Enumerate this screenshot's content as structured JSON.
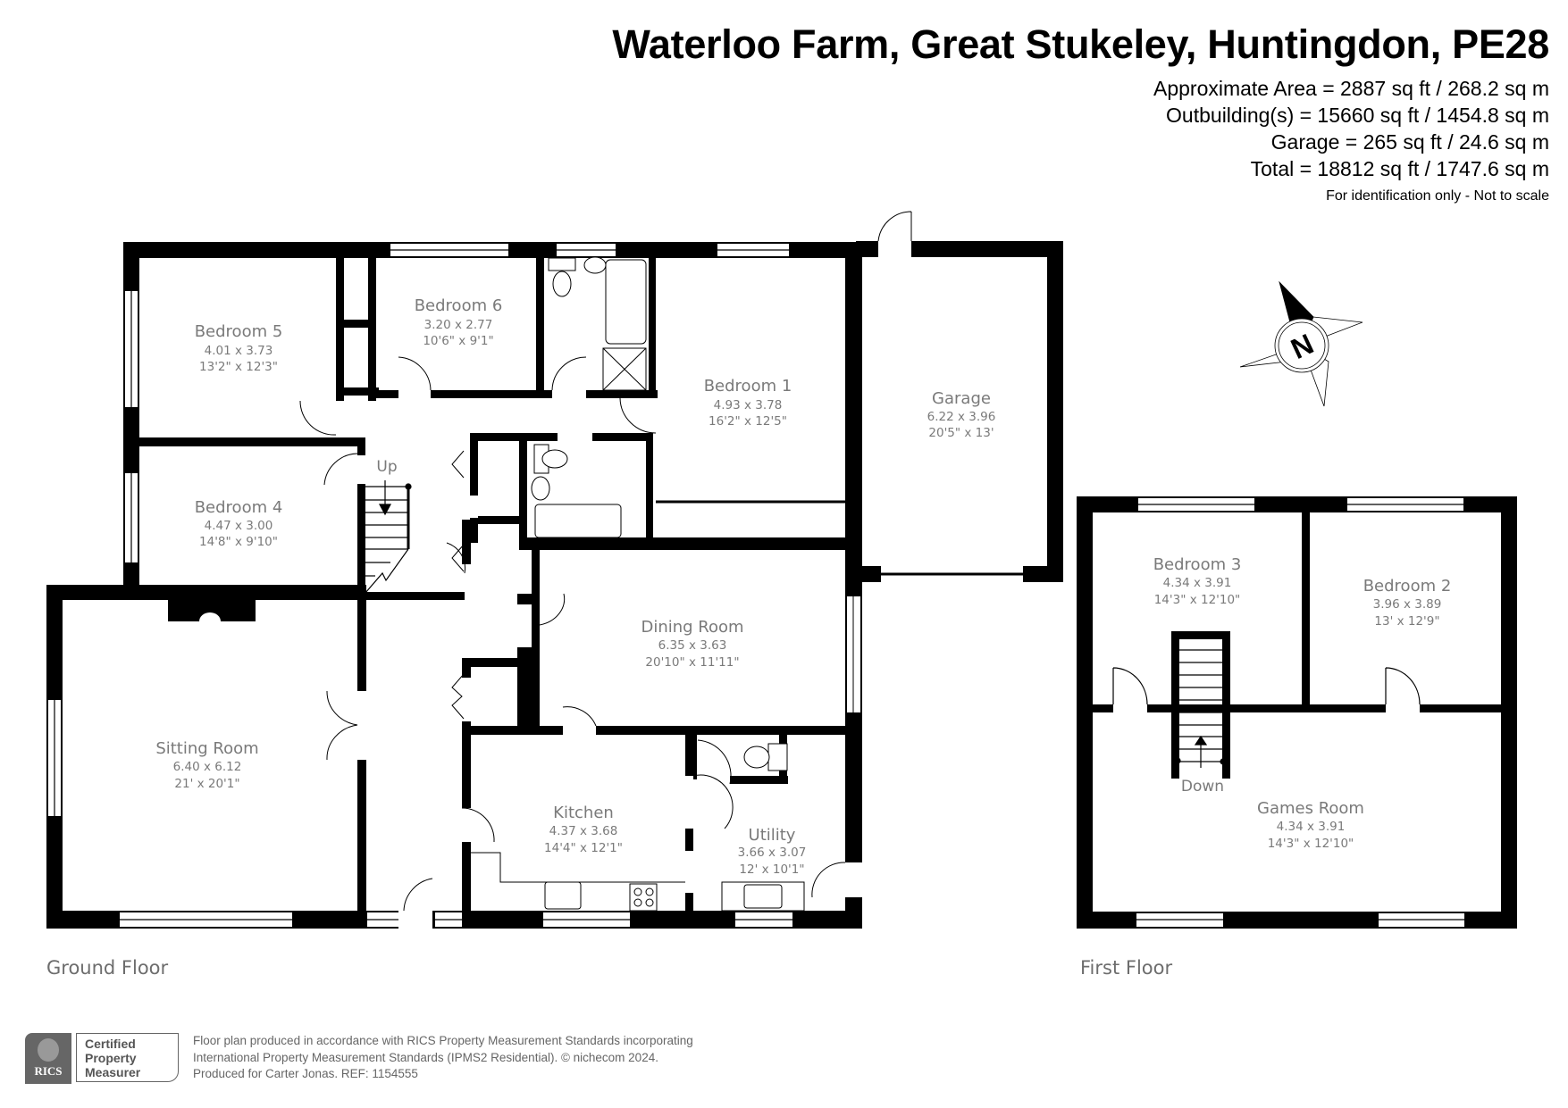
{
  "header": {
    "title": "Waterloo Farm, Great Stukeley, Huntingdon, PE28",
    "areas": [
      "Approximate Area = 2887 sq ft / 268.2 sq m",
      "Outbuilding(s) = 15660 sq ft / 1454.8 sq m",
      "Garage = 265 sq ft / 24.6 sq m",
      "Total = 18812 sq ft / 1747.6 sq m"
    ],
    "note": "For identification only - Not to scale"
  },
  "compass": {
    "letter": "N"
  },
  "ground_floor": {
    "label": "Ground Floor",
    "stairs_label": "Up",
    "rooms": [
      {
        "name": "Bedroom 5",
        "metric": "4.01 x 3.73",
        "imperial": "13'2\" x 12'3\""
      },
      {
        "name": "Bedroom 6",
        "metric": "3.20 x 2.77",
        "imperial": "10'6\" x 9'1\""
      },
      {
        "name": "Bedroom 1",
        "metric": "4.93 x 3.78",
        "imperial": "16'2\" x 12'5\""
      },
      {
        "name": "Garage",
        "metric": "6.22 x 3.96",
        "imperial": "20'5\" x 13'"
      },
      {
        "name": "Bedroom 4",
        "metric": "4.47 x 3.00",
        "imperial": "14'8\" x 9'10\""
      },
      {
        "name": "Dining Room",
        "metric": "6.35 x 3.63",
        "imperial": "20'10\" x 11'11\""
      },
      {
        "name": "Sitting Room",
        "metric": "6.40 x 6.12",
        "imperial": "21' x 20'1\""
      },
      {
        "name": "Kitchen",
        "metric": "4.37 x 3.68",
        "imperial": "14'4\" x 12'1\""
      },
      {
        "name": "Utility",
        "metric": "3.66 x 3.07",
        "imperial": "12' x 10'1\""
      }
    ]
  },
  "first_floor": {
    "label": "First Floor",
    "stairs_label": "Down",
    "rooms": [
      {
        "name": "Bedroom 3",
        "metric": "4.34 x 3.91",
        "imperial": "14'3\" x 12'10\""
      },
      {
        "name": "Bedroom 2",
        "metric": "3.96 x 3.89",
        "imperial": "13' x 12'9\""
      },
      {
        "name": "Games Room",
        "metric": "4.34 x 3.91",
        "imperial": "14'3\" x 12'10\""
      }
    ]
  },
  "footer": {
    "rics_logo": "RICS",
    "badge_lines": [
      "Certified",
      "Property",
      "Measurer"
    ],
    "lines": [
      "Floor plan produced in accordance with RICS Property Measurement Standards incorporating",
      "International Property Measurement Standards (IPMS2 Residential).   © nichecom 2024.",
      "Produced for Carter Jonas.   REF:  1154555"
    ]
  },
  "colors": {
    "wall": "#000000",
    "label": "#7a7a7a",
    "footer": "#666666"
  }
}
